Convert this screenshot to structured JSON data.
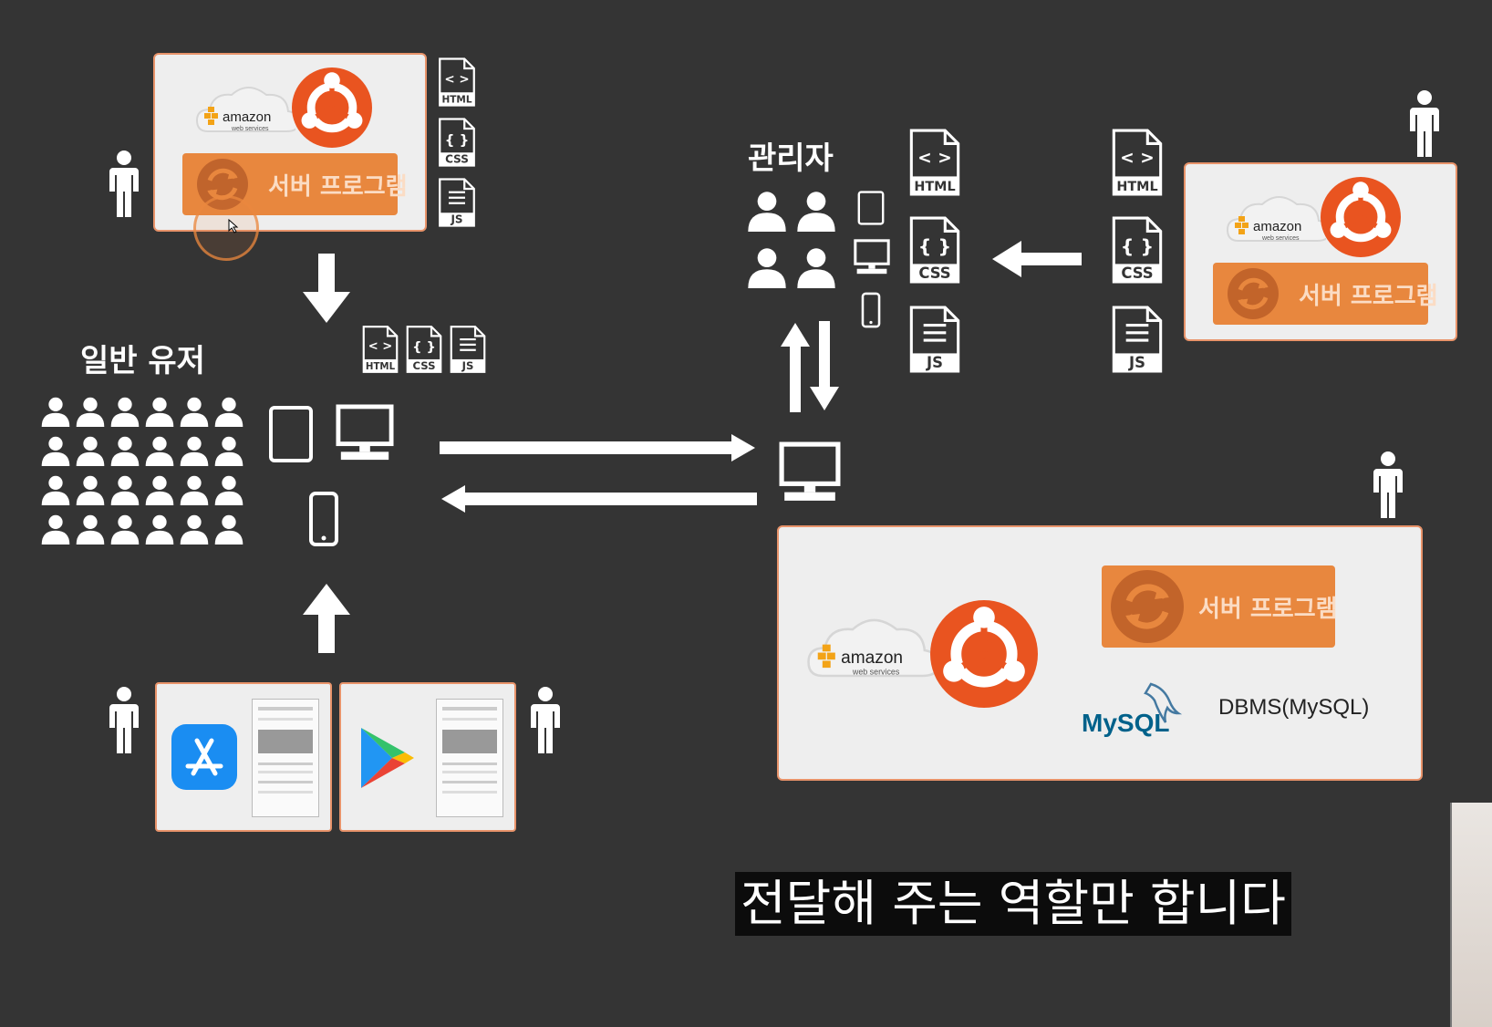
{
  "labels": {
    "general_users": "일반 유저",
    "admin": "관리자",
    "dbms": "DBMS(MySQL)",
    "caption": "전달해 주는 역할만 합니다"
  },
  "server_box": {
    "label": "서버 프로그램"
  },
  "aws": {
    "line1": "amazon",
    "line2": "web services"
  },
  "mysql": {
    "word": "MySQL"
  },
  "files": {
    "html": "HTML",
    "css": "CSS",
    "js": "JS",
    "html_glyph": "< >",
    "css_glyph": "{ }"
  },
  "colors": {
    "background": "#343434",
    "orange": "#e8873e",
    "ubuntu": "#e95420",
    "panel": "#eeeeee",
    "appstore": "#1a8df2"
  },
  "icons": [
    "person-icon",
    "crowd-icon",
    "tablet-icon",
    "monitor-icon",
    "phone-icon",
    "arrow-icon",
    "ubuntu-logo",
    "aws-logo",
    "mysql-logo",
    "app-store-icon",
    "google-play-icon",
    "html-file-icon",
    "css-file-icon",
    "js-file-icon",
    "sync-icon"
  ]
}
